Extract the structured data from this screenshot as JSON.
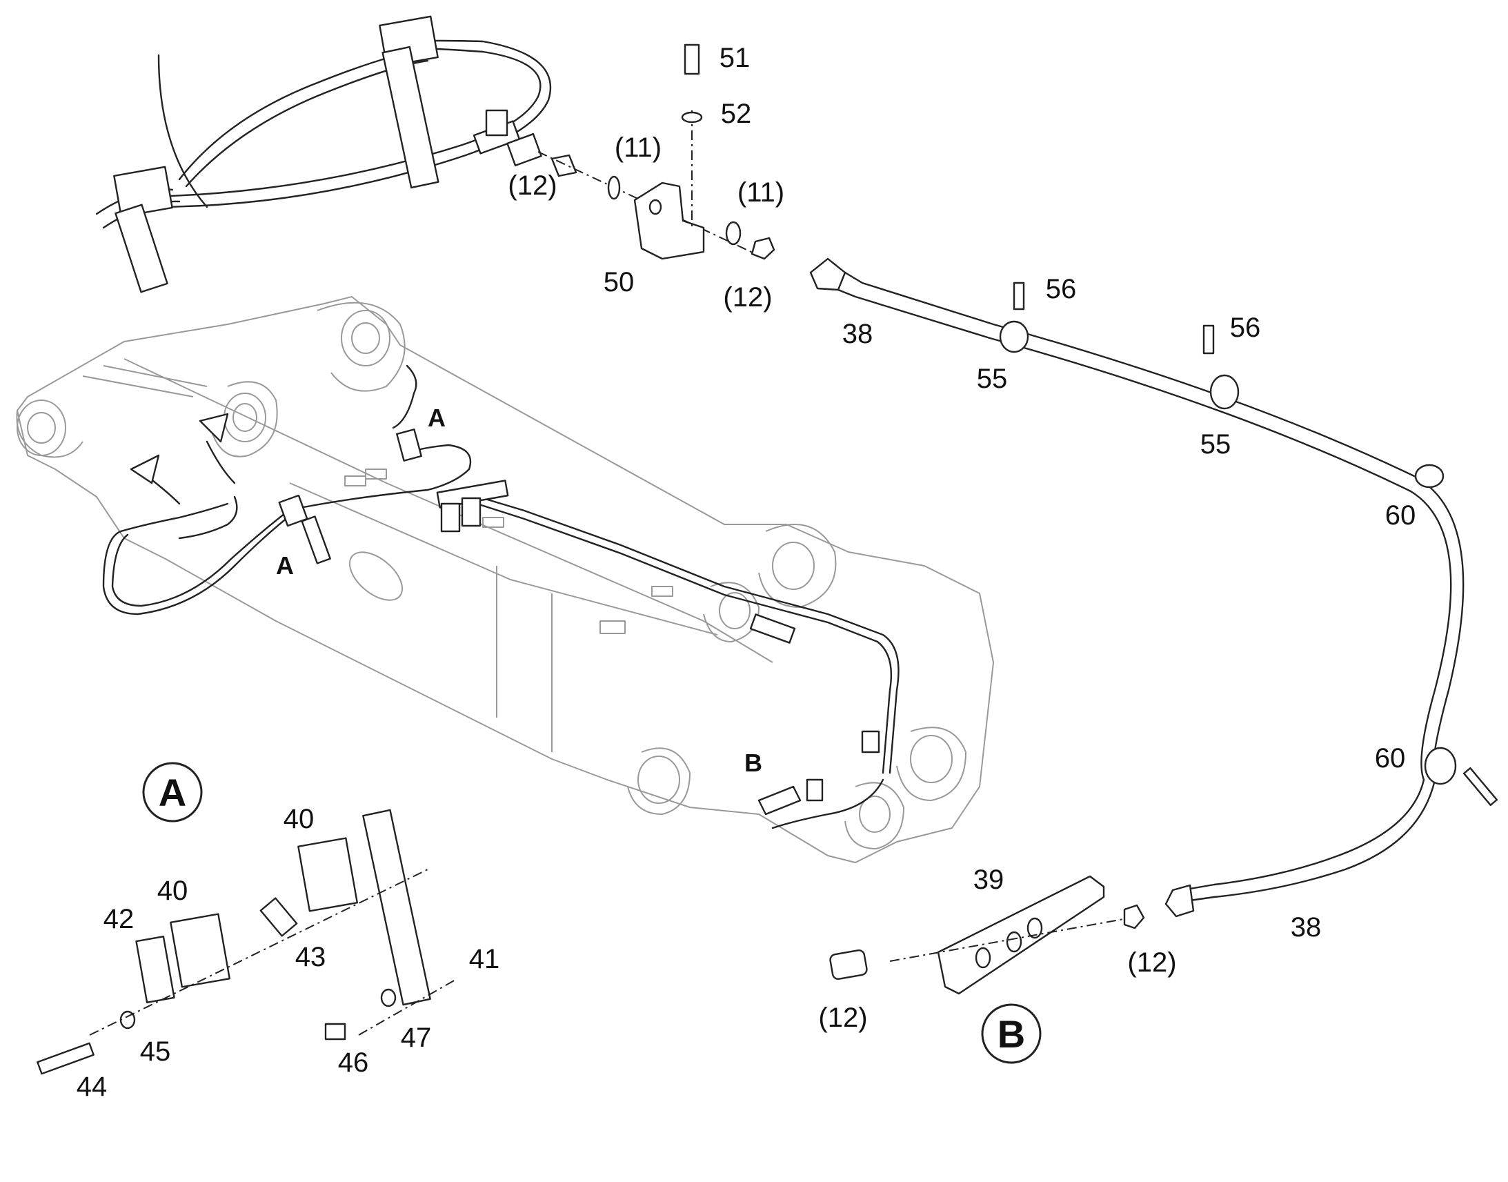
{
  "callouts": {
    "c51": "51",
    "c52": "52",
    "c11a": "(11)",
    "c11b": "(11)",
    "c12a": "(12)",
    "c12b": "(12)",
    "c12c": "(12)",
    "c12d": "(12)",
    "c50": "50",
    "c38a": "38",
    "c38b": "38",
    "c56a": "56",
    "c56b": "56",
    "c55a": "55",
    "c55b": "55",
    "c60a": "60",
    "c60b": "60",
    "c39": "39",
    "c40a": "40",
    "c40b": "40",
    "c41": "41",
    "c42": "42",
    "c43": "43",
    "c44": "44",
    "c45": "45",
    "c46": "46",
    "c47": "47"
  },
  "view_markers": {
    "a1": "A",
    "a2": "A",
    "b1": "B"
  },
  "detail_labels": {
    "detail_a": "A",
    "detail_b": "B"
  }
}
